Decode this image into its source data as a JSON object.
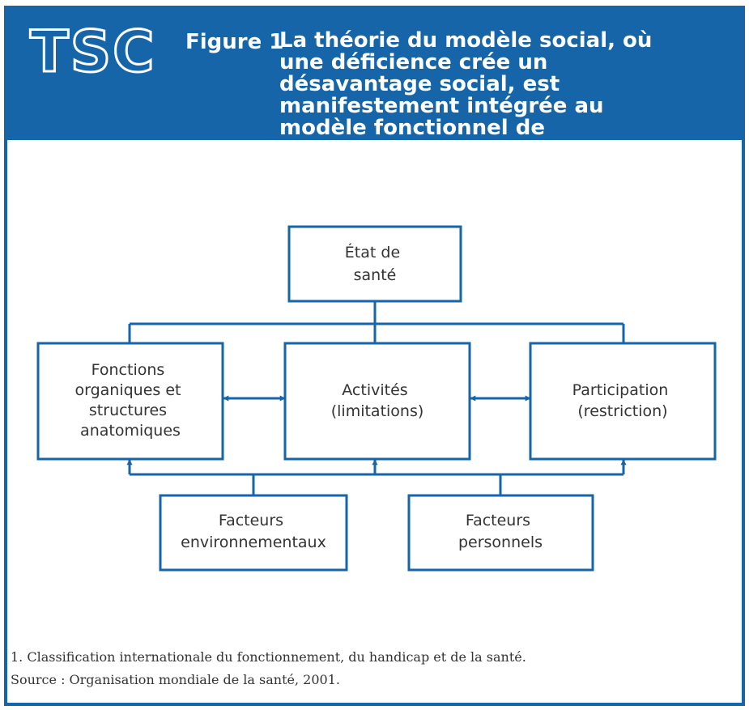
{
  "logo": "TSC",
  "figure": {
    "label": "Figure 1",
    "title": "La théorie du modèle social, où une déficience crée un désavantage social, est manifestement intégrée au modèle fonctionnel de l’incapacité de la CIF",
    "title_superscript": "1"
  },
  "boxes": {
    "etat_sante": [
      "État de",
      "santé"
    ],
    "fonctions": [
      "Fonctions",
      "organiques et",
      "structures",
      "anatomiques"
    ],
    "activites": [
      "Activités",
      "(limitations)"
    ],
    "participation": [
      "Participation",
      "(restriction)"
    ],
    "facteurs_env": [
      "Facteurs",
      "environnementaux"
    ],
    "facteurs_perso": [
      "Facteurs",
      "personnels"
    ]
  },
  "footnote": {
    "note": "1.  Classification internationale du fonctionnement, du handicap et de la santé.",
    "source": "Source : Organisation mondiale de la santé, 2001."
  },
  "colors": {
    "brand_blue": "#1565a8",
    "text": "#333333"
  }
}
